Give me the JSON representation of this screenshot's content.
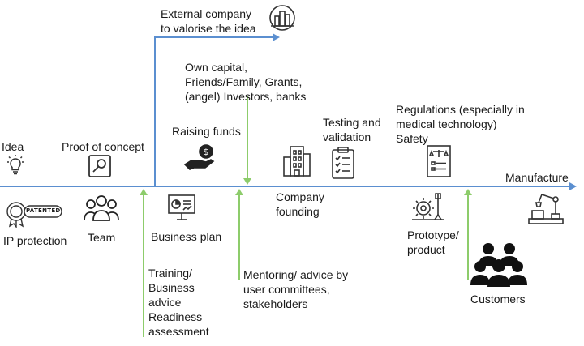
{
  "labels": {
    "external": "External company\nto valorise the idea",
    "own_capital": "Own capital,\nFriends/Family, Grants,\n(angel) Investors, banks",
    "idea": "Idea",
    "proof": "Proof of concept",
    "raising": "Raising funds",
    "testing": "Testing and\nvalidation",
    "regulations": "Regulations (especially in\nmedical technology)\nSafety",
    "manufacture": "Manufacture",
    "company": "Company\nfounding",
    "ip": "IP protection",
    "team": "Team",
    "business_plan": "Business plan",
    "prototype": "Prototype/\nproduct",
    "training": "Training/\nBusiness\nadvice\nReadiness\nassessment",
    "mentoring": "Mentoring/ advice by\nuser committees,\nstakeholders",
    "customers": "Customers"
  },
  "badges": {
    "patented": "PATENTED"
  },
  "icons": {
    "idea": "lightbulb-icon",
    "proof": "magnifier-icon",
    "raising": "money-hand-icon",
    "building": "building-icon",
    "clipboard": "clipboard-checklist-icon",
    "document": "regulation-document-icon",
    "factory": "robot-arm-icon",
    "city": "city-globe-icon",
    "ip": "patent-seal-icon",
    "team": "team-icon",
    "business_plan": "presentation-board-icon",
    "prototype": "prototype-tools-icon",
    "customers": "customers-group-icon"
  },
  "colors": {
    "timeline": "#5b8fd0",
    "support_arrows": "#8dcc6b",
    "text": "#1a1a1a"
  }
}
